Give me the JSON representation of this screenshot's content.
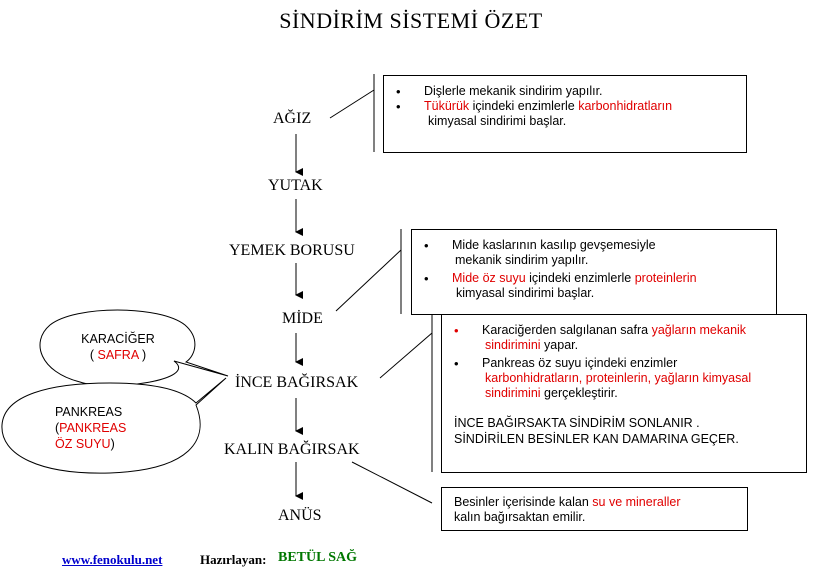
{
  "title": "SİNDİRİM SİSTEMİ ÖZET",
  "organs": {
    "agiz": "AĞIZ",
    "yutak": "YUTAK",
    "yemek_borusu": "YEMEK BORUSU",
    "mide": "MİDE",
    "ince": "İNCE BAĞIRSAK",
    "kalin": "KALIN BAĞIRSAK",
    "anus": "ANÜS"
  },
  "agiz_box": {
    "b1": "Dişlerle mekanik sindirim yapılır.",
    "b2_red1": "Tükürük",
    "b2_mid": " içindeki enzimlerle ",
    "b2_red2": "karbonhidratların",
    "b2_line2": "kimyasal sindirimi başlar."
  },
  "mide_box": {
    "b1_line1": "Mide kaslarının kasılıp gevşemesiyle",
    "b1_line2": "mekanik sindirim yapılır.",
    "b2_red1": "Mide öz suyu",
    "b2_mid": "  içindeki enzimlerle ",
    "b2_red2": "proteinlerin",
    "b2_line2": "kimyasal sindirimi başlar."
  },
  "ince_box": {
    "b1_pre": "Karaciğerden salgılanan safra ",
    "b1_red1": "yağların mekanik",
    "b1_red2": "sindirimini",
    "b1_post": " yapar.",
    "b2_line1": "Pankreas öz suyu içindeki enzimler",
    "b2_red1": "karbonhidratların, proteinlerin, yağların kimyasal",
    "b2_red2": "sindirimini",
    "b2_post": " gerçekleştirir.",
    "note1": "İNCE BAĞIRSAKTA SİNDİRİM SONLANIR .",
    "note2": "SİNDİRİLEN BESİNLER KAN DAMARINA GEÇER."
  },
  "kalin_box": {
    "pre": "Besinler içerisinde kalan ",
    "red": "su ve mineraller",
    "line2": "kalın bağırsaktan emilir."
  },
  "karaciger_bubble": {
    "line1": "KARACİĞER",
    "open": "( ",
    "red": "SAFRA",
    "close": " )"
  },
  "pankreas_bubble": {
    "line1": "PANKREAS",
    "open": "(",
    "red1": "PANKREAS",
    "red2": "ÖZ SUYU",
    "close": ")"
  },
  "footer": {
    "link": "www.fenokulu.net",
    "label": "Hazırlayan:",
    "name": "BETÜL SAĞ"
  },
  "colors": {
    "accent_red": "#e00000",
    "link_blue": "#0000cc",
    "name_green": "#007700"
  }
}
